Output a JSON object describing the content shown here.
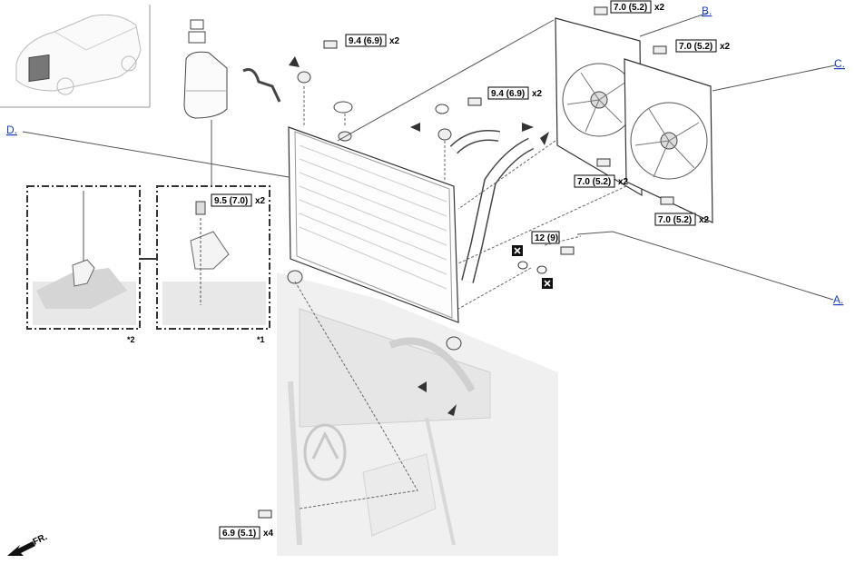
{
  "callouts": {
    "a": "A.",
    "b": "B.",
    "c": "C.",
    "d": "D."
  },
  "torques": {
    "t1": {
      "value": "7.0 (5.2)",
      "mult": "x2"
    },
    "t2": {
      "value": "7.0 (5.2)",
      "mult": "x2"
    },
    "t3": {
      "value": "9.4 (6.9)",
      "mult": "x2"
    },
    "t4": {
      "value": "9.4 (6.9)",
      "mult": "x2"
    },
    "t5": {
      "value": "7.0 (5.2)",
      "mult": "x2"
    },
    "t6": {
      "value": "7.0 (5.2)",
      "mult": "x2"
    },
    "t7": {
      "value": "9.5 (7.0)",
      "mult": "x2"
    },
    "t8": {
      "value": "12 (9)",
      "mult": ""
    },
    "t9": {
      "value": "6.9 (5.1)",
      "mult": "x4"
    }
  },
  "detail_labels": {
    "left": "*2",
    "right": "*1"
  },
  "direction": {
    "label": "FR."
  },
  "icons": [
    "vehicle-thumbnail-icon",
    "radiator-icon",
    "fan-shroud-icon",
    "reservoir-icon",
    "bolt-icon",
    "do-not-reuse-icon",
    "front-arrow-icon"
  ]
}
